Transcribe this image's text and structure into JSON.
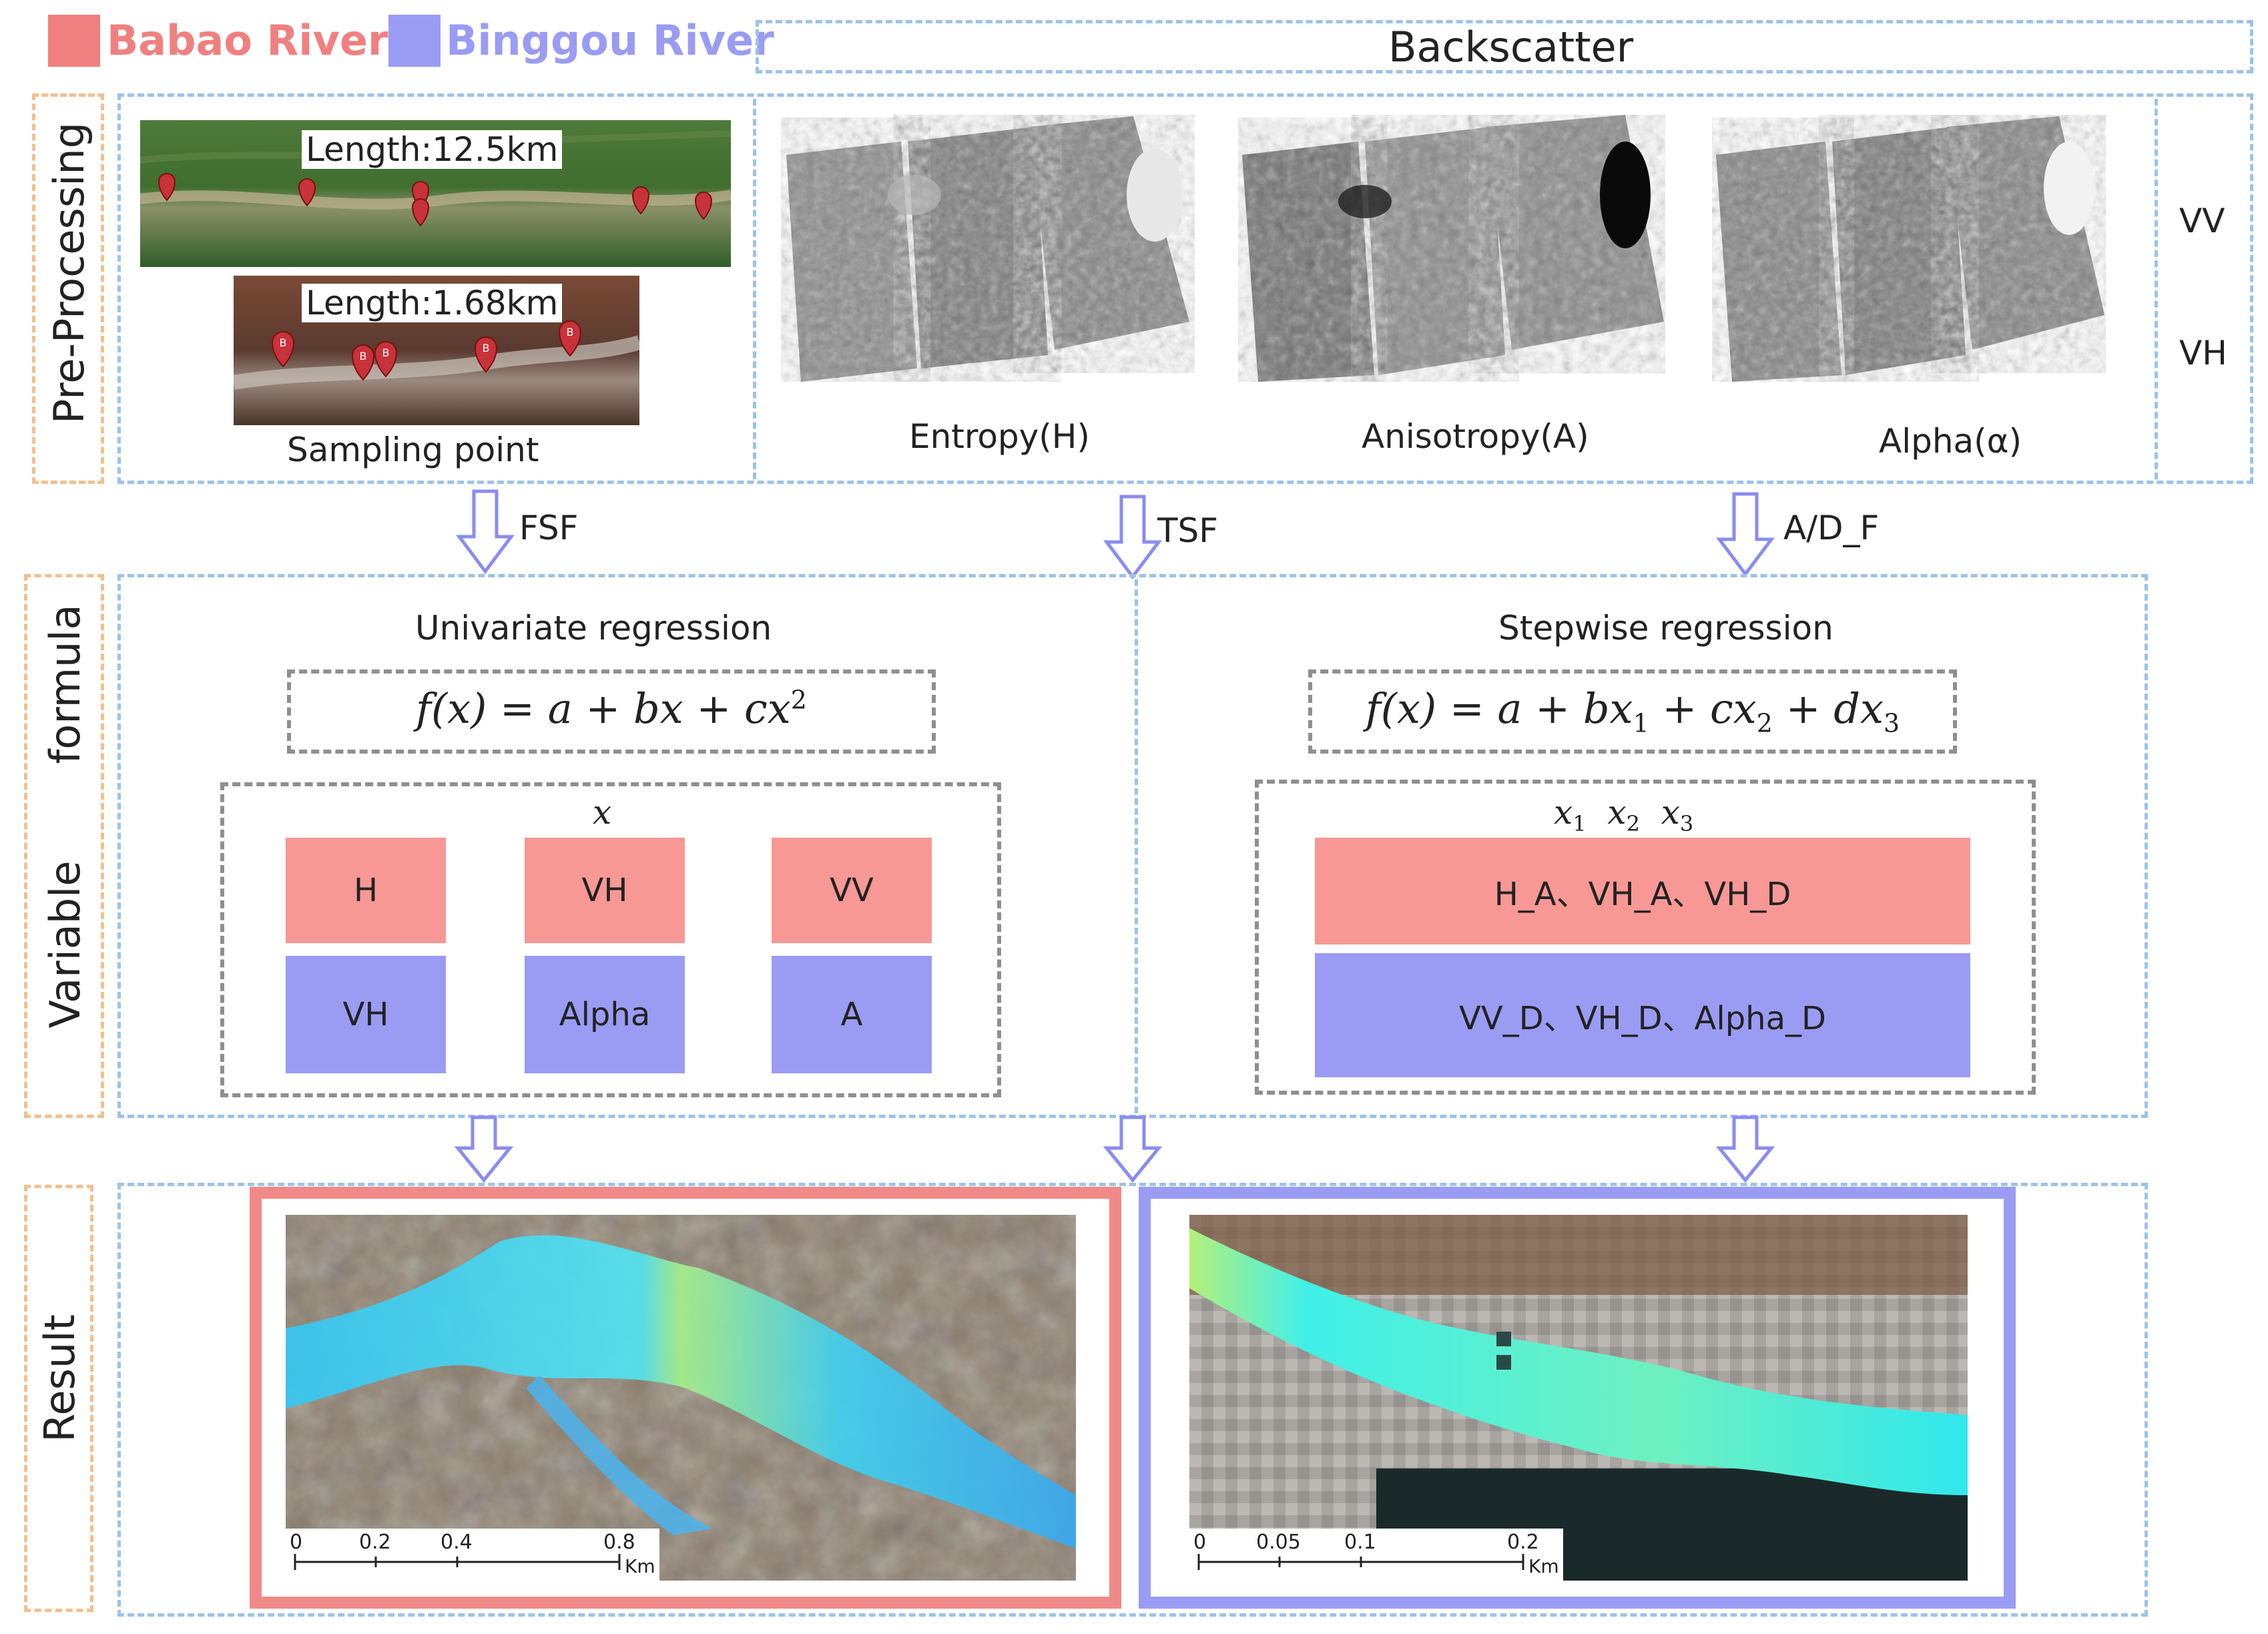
{
  "legend": [
    {
      "label": "Babao River",
      "color": "#f08080"
    },
    {
      "label": "Binggou River",
      "color": "#9a9cf3"
    }
  ],
  "header": {
    "backscatter": "Backscatter"
  },
  "rows": {
    "preprocessing": "Pre-Processing",
    "formula": "formula",
    "variable": "Variable",
    "result": "Result"
  },
  "sampling": {
    "length_babao": "Length:12.5km",
    "length_binggou": "Length:1.68km",
    "caption": "Sampling point",
    "marker_b": "B"
  },
  "decompositions": [
    {
      "label": "Entropy(H)"
    },
    {
      "label": "Anisotropy(A)"
    },
    {
      "label": "Alpha(α)"
    }
  ],
  "polarizations": [
    "VV",
    "VH"
  ],
  "flows": {
    "fsf": "FSF",
    "tsf": "TSF",
    "adf": "A/D_F"
  },
  "univariate": {
    "title": "Univariate regression",
    "formula": {
      "lhs": "f(x) = a + bx + cx",
      "exp": "2"
    },
    "var_label": "x",
    "pink_cells": [
      "H",
      "VH",
      "VV"
    ],
    "purple_cells": [
      "VH",
      "Alpha",
      "A"
    ]
  },
  "stepwise": {
    "title": "Stepwise regression",
    "formula": {
      "p1": "f(x) = a + bx",
      "s1": "1",
      "p2": " + cx",
      "s2": "2",
      "p3": " + dx",
      "s3": "3"
    },
    "var_labels": [
      "x",
      "x",
      "x"
    ],
    "var_subs": [
      "1",
      "2",
      "3"
    ],
    "pink_row": "H_A、VH_A、VH_D",
    "purple_row": "VV_D、VH_D、Alpha_D"
  },
  "scalebars": {
    "left": {
      "ticks": [
        "0",
        "0.2",
        "0.4",
        "0.8"
      ],
      "unit": "Km"
    },
    "right": {
      "ticks": [
        "0",
        "0.05",
        "0.1",
        "0.2"
      ],
      "unit": "Km"
    }
  },
  "colors": {
    "pink": "#f79895",
    "purple": "#9a9cf3",
    "blue_dash": "#9cc3ea",
    "orange_dash": "#f2c08e",
    "arrow": "#8a8cf0",
    "result_pink_frame": "#f08a88",
    "result_purple_frame": "#9a9cf3"
  }
}
